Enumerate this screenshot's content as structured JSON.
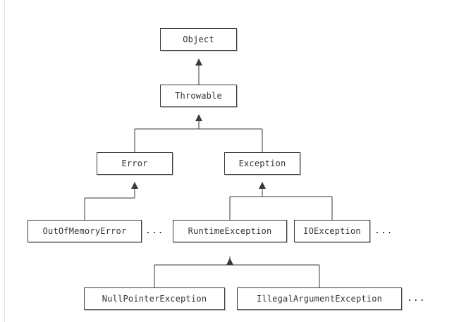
{
  "diagram": {
    "nodes": {
      "object": "Object",
      "throwable": "Throwable",
      "error": "Error",
      "exception": "Exception",
      "out_of_memory_error": "OutOfMemoryError",
      "runtime_exception": "RuntimeException",
      "io_exception": "IOException",
      "null_pointer_exception": "NullPointerException",
      "illegal_argument_exception": "IllegalArgumentException"
    },
    "ellipsis": {
      "error_more": "...",
      "exception_more": "...",
      "runtime_more": "..."
    },
    "colors": {
      "line": "#3a3a3a",
      "box_border": "#3a3a3a",
      "text": "#333333"
    }
  }
}
